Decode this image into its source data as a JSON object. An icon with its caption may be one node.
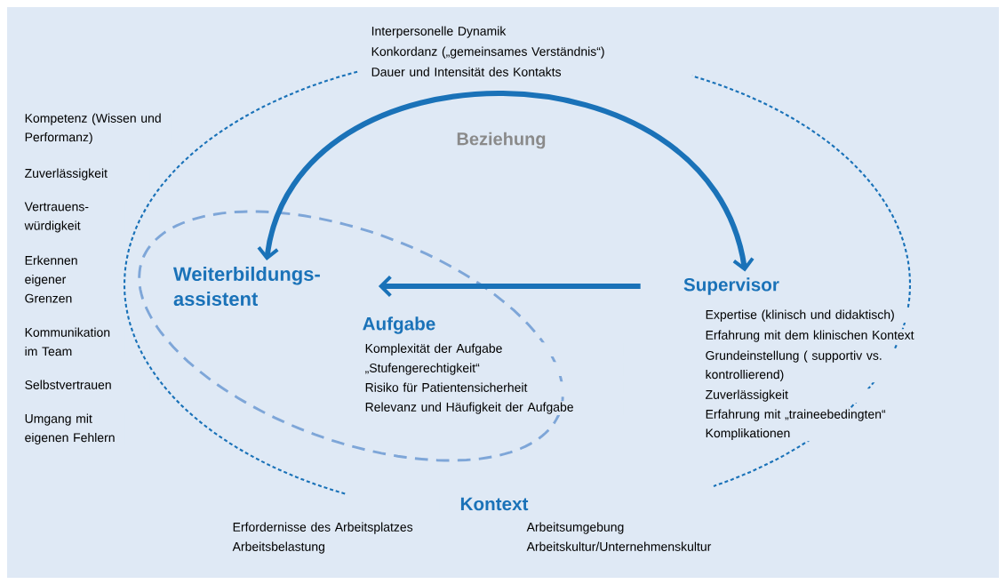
{
  "diagram": {
    "nodes": [
      {
        "text": [
          "Weiterbildungs- assistent"
        ]
      },
      {
        "text": [
          "Supervisor"
        ],
        "beside": [
          "Expertise (klinisch und didaktisch)",
          "Erfahrung mit dem klinischen Kontext",
          "Grundeinstellung ( supportiv vs. kontrollierend)",
          "Zuverlässigkeit",
          "Erfahrung mit „traineebedingten“ Komplikationen"
        ]
      }
    ],
    "edges": [
      {
        "from": 0,
        "to": 1,
        "arrow": "both"
      },
      {
        "from": 1,
        "to": 0,
        "arrow": "to"
      }
    ],
    "labels": [
      "Interpersonelle Dynamik",
      "Konkordanz („gemeinsames Verständnis“)",
      "Dauer und Intensität des Kontakts",
      "Beziehung",
      "Kompetenz (Wissen und Performanz)",
      "Zuverlässigkeit",
      "Vertrauens- würdigkeit",
      "Erkennen eigener Grenzen",
      "Kommunikation im Team",
      "Selbstvertrauen",
      "Umgang mit eigenen Fehlern",
      "Aufgabe",
      "Komplexität der Aufgabe",
      "„Stufengerechtigkeit“",
      "Risiko für Patientensicherheit",
      "Relevanz und Häufigkeit der Aufgabe",
      "Kontext",
      "Erfordernisse des Arbeitsplatzes",
      "Arbeitsumgebung",
      "Arbeitsbelastung",
      "Arbeitskultur/Unternehmenskultur"
    ]
  }
}
